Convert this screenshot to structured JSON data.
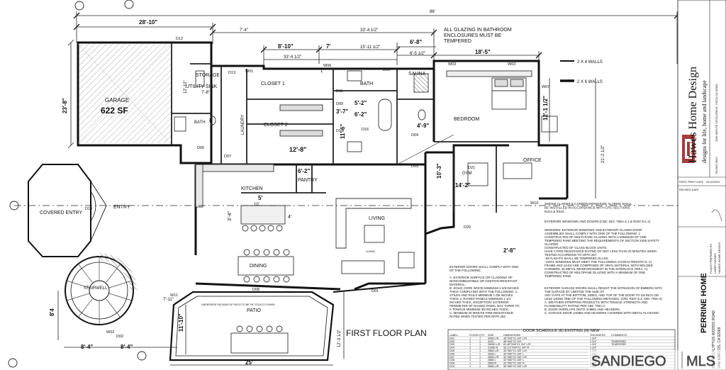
{
  "plan_title": "FIRST FLOOR PLAN",
  "overall_width_dim": "86'",
  "glazing_note": [
    "ALL GLAZING IN BATHROOM",
    "ENCLOSURES MUST BE",
    "TEMPERED"
  ],
  "rooms": {
    "garage": "GARAGE",
    "garage_area": "622 SF",
    "storage": "STORAGE",
    "utility_sink": "UTILITY SINK",
    "laundry": "LAUNDRY",
    "bath_small": "BATH",
    "closet1": "CLOSET 1",
    "closet2": "CLOSET 2",
    "bath_main": "BATH",
    "sauna": "SAUNA",
    "bedroom": "BEDROOM",
    "gym": "GYM",
    "office": "OFFICE",
    "pantry": "PANTRY",
    "kitchen": "KITCHEN",
    "living": "LIVING",
    "dining": "DINING",
    "stairwell": "STAIRWELL",
    "patio": "PATIO",
    "covered_entry": "COVERED ENTRY",
    "entry": "ENTRY",
    "living_small": "LIVING"
  },
  "dimensions": {
    "d1": "28'-10\"",
    "d2": "7'-4\"",
    "d3": "33'-4 1/2\"",
    "d4": "8'-10\"",
    "d5": "7'",
    "d6": "15'-11 1/2\"",
    "d7": "6'-8\"",
    "d8": "6'-5 1/2\"",
    "d9": "18'-5\"",
    "d10": "33'-4 1/2\"",
    "d11": "23'-8\"",
    "d12": "12'-10\"",
    "d13": "7'-8\"",
    "d14": "5'-2\"",
    "d15": "3'-7\"",
    "d16": "6'-2\"",
    "d17": "12'-8\"",
    "d18": "11'-6\"",
    "d19": "4'-9\"",
    "d20": "12'-1 1/2\"",
    "d21": "21'-2 1/2\"",
    "d22": "6'-2\"",
    "d23": "5'",
    "d24": "3'-4\"",
    "d25": "4'",
    "d26": "10'-3\"",
    "d27": "14'-2\"",
    "d28": "2'-8\"",
    "d29": "8'4",
    "d30": "8'-4\"",
    "d31": "8'-4\"",
    "d32": "11'-10\"",
    "d33": "12'-3 1/2\"",
    "d34": "25'",
    "d35": "7'-11\"",
    "d36": "10'",
    "d37": "1'"
  },
  "tags": {
    "d12": "D12",
    "d13": "D13",
    "w01": "W01",
    "d11": "D11",
    "w06": "W06",
    "d09": "D09",
    "d05": "D05",
    "w03a": "W03",
    "w03b": "W03",
    "w07": "W07",
    "d10": "D10",
    "d16": "D16",
    "d04": "D04",
    "d03": "D03",
    "d06": "D06",
    "d07": "D07",
    "d21": "D21",
    "d20": "D20",
    "w10": "W10",
    "d01": "D01",
    "d08": "D08",
    "w11": "W11",
    "w02": "W02",
    "d18": "D18",
    "d02": "D02"
  },
  "wall_legend": [
    "2 X 4 WALLS",
    "2 X 6 WALLS"
  ],
  "patio_note": [
    "UNDERSIDE DECKING OF PATIO TO BE 7/8\" STUCCO FINISH"
  ],
  "notes_smoke": [
    "SMOKE ALARMS & CARBON MONOXIDE ALARMS SHALL",
    "BE INSTALLED IN ACCORDANCE WITH CRC SECTIONS",
    "R314 & R315."
  ],
  "notes_ext": [
    "EXTERIOR WINDOWS AND DOORS [CBC SEC 708A.2.1 & R337.8.2.1]"
  ],
  "notes_windows": [
    "WINDOWS: EXTERIOR WINDOWS AND EXTERIOR GLAZED DOOR",
    "ASSEMBLIES SHALL COMPLY WITH ONE OF THE FOLLOWING: 1.",
    "CONSTRUCTED OF MULTI-PANE GLAZING WITH A MINIMUM OF ONE",
    "TEMPERED PANE MEETING THE REQUIREMENTS OF SECTION 2406 SAFETY",
    "GLAZING.",
    "CONSTRUCTED OF GLASS BLOCK UNITS.",
    "HAVE A FIRE-RESISTANCE RATING OF NOT LESS THAN 20 MINUTES WHEN",
    "TESTED ACCORDING TO NFPA 257.",
    "-SKYLIGHTS SHALL BE TEMPERED GLASS.",
    "-VINYL WINDOWS MUST MEET THE FOLLOWING CHARACTERISTICS: A)",
    "FRAME AND SASH ARE COMPRISED OF VINYL MATERIAL WITH WELDED",
    "CORNERS.  B) METAL REINFORCEMENT IN THE INTERLOCK AREA.  C)",
    "CONSTRUCTED OF MULTIPANE GLAZING WITH A MINIMUM OF ONE",
    "TEMPERED PANE."
  ],
  "notes_doors": [
    "EXTERIOR DOORS SHALL COMPLY WITH ONE",
    "OF THE FOLLOWING:",
    "",
    "A. EXTERIOR SURFACE OR CLADDING OF",
    "NONCOMBUSTIBLE OR IGNITION-RESISTANT",
    "MATERIAL.",
    "B. SOLID CORE WOOD MINIMUM 1-3/8 INCHES",
    "THICK COMPLYING WITH THE FOLLOWING: 1.",
    "STILES AND RAILS MINIMUM 1-3/8 INCHES",
    "THICK 2. RAISED PANELS MINIMUM 1-1/4",
    "INCHES THICK, EXCEPTION: EXTERIOR",
    "PERIMETER OF RAISED PANEL MAY TAPER TO",
    "A TONGUE MINIMUM 3/8 INCHES THICK.",
    "C. MINIMUM 20 MINUTE FIRE-RESISTANCE",
    "RATED WHEN TESTED PER NFPA 252."
  ],
  "notes_garage": [
    "EXTERIOR GARAGE DOORS SHALL RESIST THE INTRUSION OF EMBERS INTO",
    "THE GARAGE BY LIMITING THE SIZE OF",
    "ANY GAPS AT THE BOTTOM, SIDES, AND TOP OF THE DOOR TO 1/8 INCH OR",
    "LESS USING ONE OF THE FOLLOWING METHODS: (CRC R337.8.4, CBC 708A.4)",
    "A. WEATHER-STRIPPING PRODUCTS WITH TENSILE STRENGTH AND",
    "FLAMMABILITY RATING PER CBC 708A.4.",
    "B. DOOR OVERLAPS ONTO JAMBS AND HEADERS.",
    "C. GARAGE DOOR JAMBS AND HEADERS COVERED WITH METAL FLASHING"
  ],
  "door_schedule": {
    "title": "DOOR SCHEDULE (E) EXISTING (N) NEW",
    "headers": [
      "LABEL",
      "FLOOR",
      "QTY",
      "SIZE",
      "DIMENSIONS",
      "THICKNESS",
      "COMMENTS"
    ],
    "rows": [
      [
        "D01",
        "1",
        "1",
        "3068 L/R",
        "36\"X96\"X1 3/4\" L/R",
        "1 3/4\"",
        ""
      ],
      [
        "D02",
        "1",
        "1",
        "4010",
        "48\"X84\"X1 3/4\"",
        "1 3/4\"",
        "TEMPERED"
      ],
      [
        "D03",
        "1",
        "1",
        "26080 L/R",
        "81.48\"X96\"X1 3/4\" L/R",
        "1 3/4\"",
        "TEMPERED"
      ],
      [
        "D04",
        "1",
        "1",
        "21080 R",
        "33 1/2\"X96\"X1 3/4\" R",
        "1 3/4\"",
        ""
      ],
      [
        "D05",
        "1",
        "1",
        "2668 L/R",
        "30\"X80\"X1 3/8\" L/R",
        "1 3/8\"",
        ""
      ],
      [
        "D06",
        "1",
        "1",
        "2668 L",
        "30\"X80\"X1 3/8\" L",
        "1 3/8\"",
        ""
      ],
      [
        "D07",
        "1",
        "1",
        "2868 L/R",
        "32\"X80\"X1 3/8\" L/R",
        "1 3/8\"",
        ""
      ],
      [
        "D08",
        "1",
        "1",
        "2868 L",
        "32\"X80\"X1 3/8\" L",
        "1 3/8\"",
        ""
      ],
      [
        "D09",
        "1",
        "1",
        "2868 R",
        "32\"X80\"X1 3/8\" R",
        "1 3/8\"",
        ""
      ],
      [
        "D10",
        "1",
        "1",
        "2668 L/R",
        "30\"X80\"X1 3/8\" L/R",
        "1 3/8\"",
        ""
      ]
    ]
  },
  "title_block": {
    "firm": "Hawes Home Design",
    "tagline": "designs for life, home and landscape",
    "address_vertical": "1196 MONTE VISTA DRIVE, VISTA CA 92084",
    "phone_vertical": "760 803 5810",
    "first_print_label": "FIRST PRINT DATE",
    "first_print_value": "02/10/2024",
    "revised_label": "REVISED DATE",
    "prepared_by": [
      "PLANS PREPARED BY",
      "LARRY HAWES",
      "HAWES HOME DESIGN"
    ],
    "project": "PERRINE HOME",
    "project_address": [
      "2527 EUCALYPTUS WOODS ROAD",
      "SAN MARCOS, CA 92069"
    ]
  },
  "watermark": {
    "left": "SANDIEGO",
    "right": "MLS"
  }
}
